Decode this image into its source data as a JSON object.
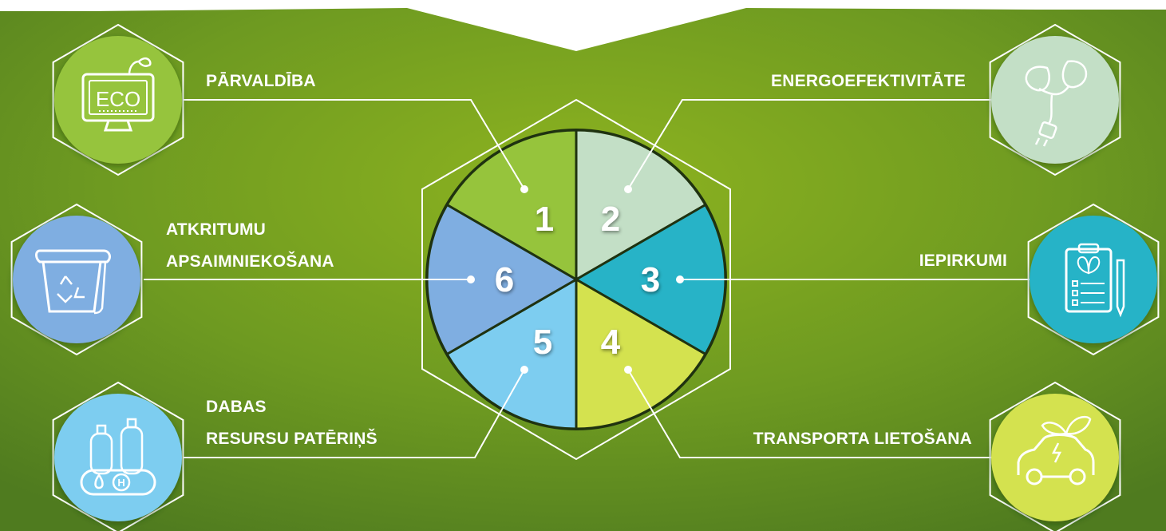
{
  "colors": {
    "seg1": "#96c43c",
    "seg2": "#c3dfc6",
    "seg3": "#27b3c7",
    "seg4": "#d4e24f",
    "seg5": "#7dcdf0",
    "seg6": "#7faee1"
  },
  "segments": [
    {
      "number": "1",
      "label_lines": [
        "PĀRVALDĪBA"
      ],
      "icon": "eco-monitor-icon",
      "color_key": "seg1"
    },
    {
      "number": "2",
      "label_lines": [
        "ENERGOEFEKTIVITĀTE"
      ],
      "icon": "plant-plug-icon",
      "color_key": "seg2"
    },
    {
      "number": "3",
      "label_lines": [
        "IEPIRKUMI"
      ],
      "icon": "clipboard-icon",
      "color_key": "seg3"
    },
    {
      "number": "4",
      "label_lines": [
        "TRANSPORTA LIETOŠANA"
      ],
      "icon": "eco-car-icon",
      "color_key": "seg4"
    },
    {
      "number": "5",
      "label_lines": [
        "DABAS",
        "RESURSU PATĒRIŅŠ"
      ],
      "icon": "hydrogen-tanks-icon",
      "color_key": "seg5"
    },
    {
      "number": "6",
      "label_lines": [
        "ATKRITUMU",
        "APSAIMNIEKOŠANA"
      ],
      "icon": "recycle-bin-icon",
      "color_key": "seg6"
    }
  ],
  "eco_icon_text": "ECO"
}
